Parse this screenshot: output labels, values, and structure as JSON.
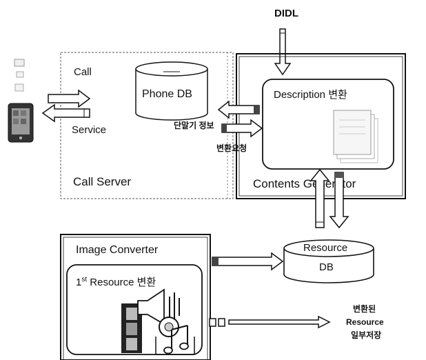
{
  "labels": {
    "didl": "DIDL",
    "call": "Call",
    "service": "Service",
    "phone_db": "Phone DB",
    "device_info": "단말기 정보",
    "convert_request": "변환요청",
    "description_convert": "Description 변환",
    "call_server": "Call Server",
    "contents_generator": "Contents Generator",
    "image_converter": "Image Converter",
    "resource_first": "1",
    "resource_sup": "st",
    "resource_rest": " Resource 변환",
    "resource_db_line1": "Resource",
    "resource_db_line2": "DB",
    "converted_line1": "변환된",
    "converted_line2": "Resource",
    "converted_line3": "일부저장"
  },
  "colors": {
    "line": "#111111",
    "dashed": "#777777",
    "arrow_fill": "#ffffff",
    "page": "#ffffff"
  },
  "icons": [
    "mobile-phone-icon",
    "small-device-icon",
    "film-strip-icon",
    "speaker-icon",
    "music-note-icon",
    "document-stack-icon"
  ]
}
